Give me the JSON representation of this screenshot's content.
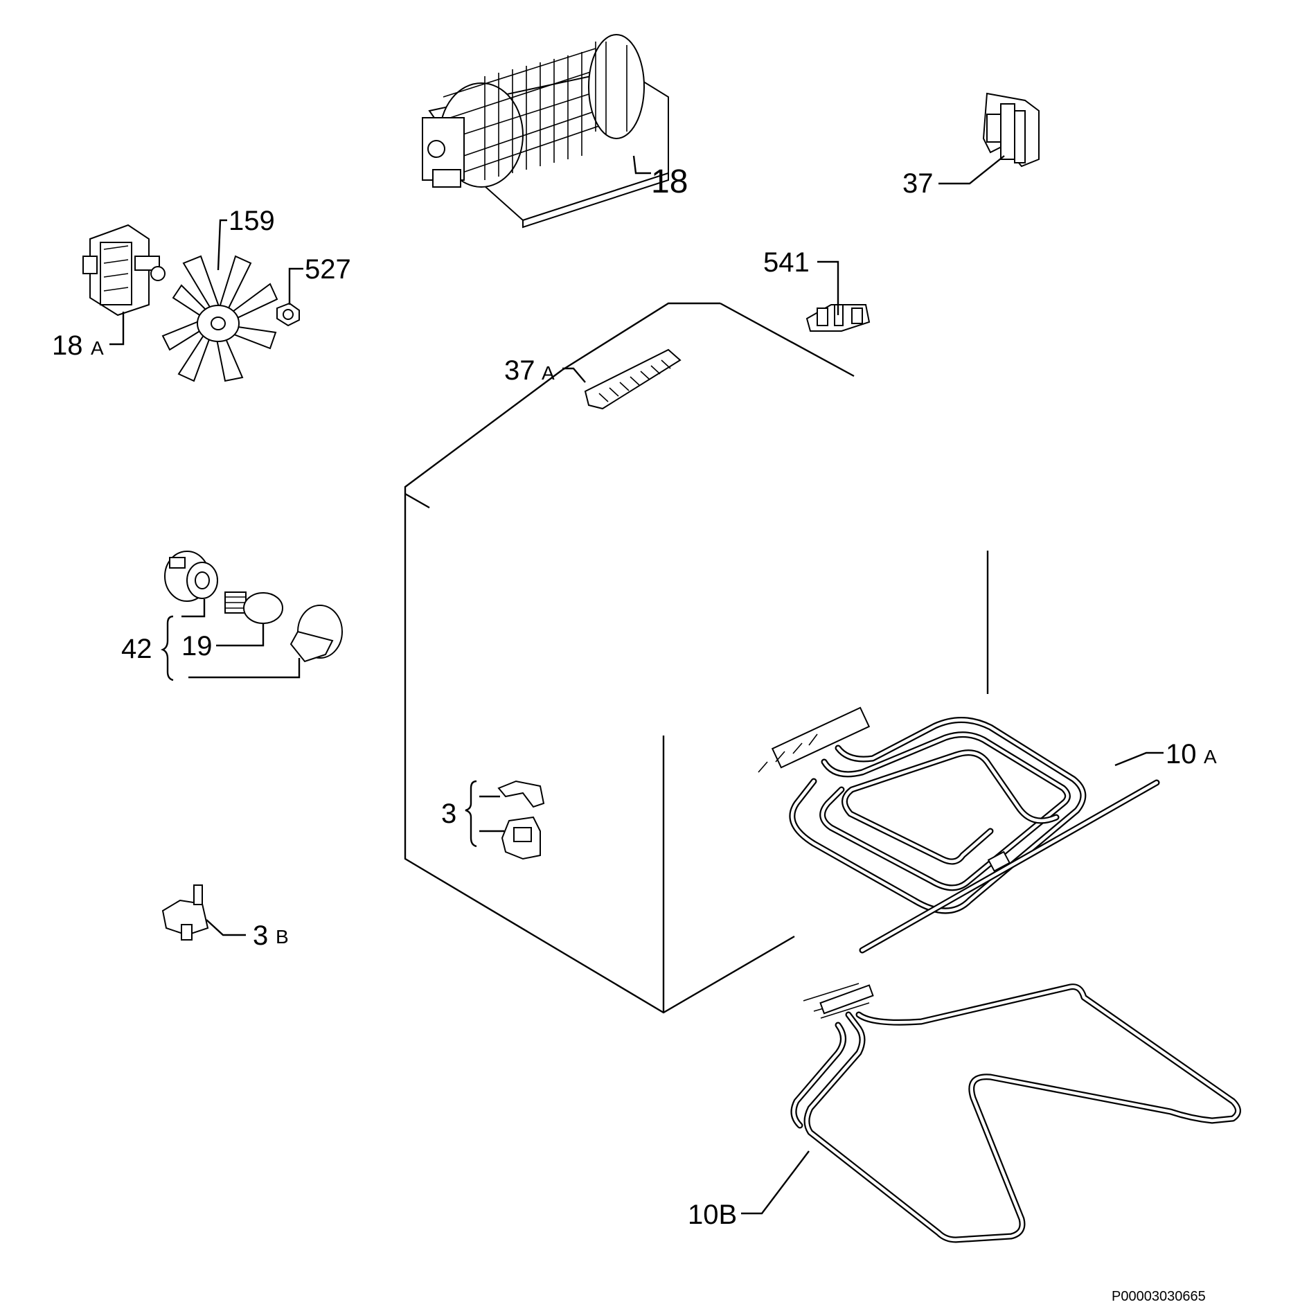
{
  "diagram": {
    "document_id": "P00003030665",
    "callouts": {
      "p18": "18",
      "p37": "37",
      "p159": "159",
      "p527": "527",
      "p18a_num": "18",
      "p18a_suf": "A",
      "p541": "541",
      "p37a_num": "37",
      "p37a_suf": "A",
      "p42": "42",
      "p19": "19",
      "p10a_num": "10",
      "p10a_suf": "A",
      "p3": "3",
      "p3b_num": "3",
      "p3b_suf": "B",
      "p10b": "10B"
    }
  }
}
